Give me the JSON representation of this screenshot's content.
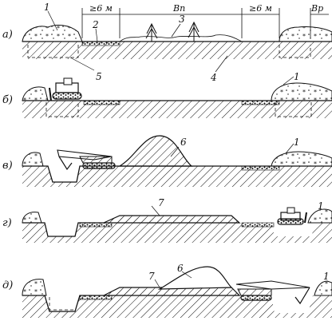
{
  "rows": [
    {
      "label": "а)"
    },
    {
      "label": "б)"
    },
    {
      "label": "в)"
    },
    {
      "label": "г)"
    },
    {
      "label": "д)"
    }
  ],
  "dimensions": {
    "left_gap": "≥6 м",
    "main_width": "Вп",
    "right_gap": "≥6 м",
    "reserve_width": "Вр"
  },
  "callouts": {
    "n1": "1",
    "n2": "2",
    "n3": "3",
    "n4": "4",
    "n5": "5",
    "n6": "6",
    "n7": "7"
  },
  "colors": {
    "ink": "#111111",
    "paper": "#ffffff"
  }
}
